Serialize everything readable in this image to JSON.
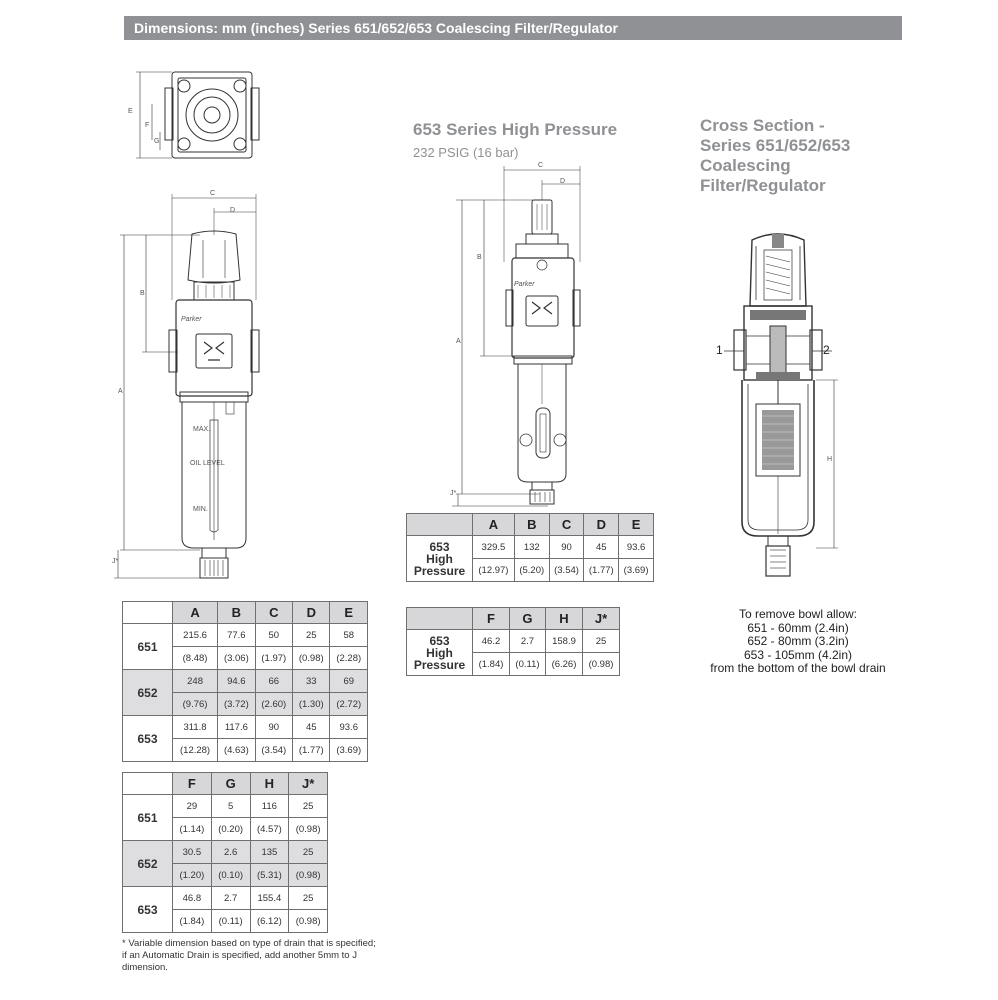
{
  "header": {
    "title": "Dimensions: mm (inches) Series 651/652/653 Coalescing Filter/Regulator"
  },
  "hp_section": {
    "title": "653 Series High Pressure",
    "subtitle": "232 PSIG (16 bar)"
  },
  "cross_section": {
    "title_lines": [
      "Cross Section -",
      "Series 651/652/653",
      "Coalescing",
      "Filter/Regulator"
    ],
    "port_left": "1",
    "port_right": "2",
    "removal_note": [
      "To remove bowl allow:",
      "651 - 60mm (2.4in)",
      "652 - 80mm (3.2in)",
      "653 - 105mm (4.2in)",
      "from the bottom of the bowl drain"
    ]
  },
  "drawing_labels": {
    "a": "A",
    "b": "B",
    "c": "C",
    "d": "D",
    "e": "E",
    "f": "F",
    "g": "G",
    "h": "H",
    "j": "J*",
    "brand": "Parker",
    "bowl_max": "MAX.",
    "bowl_oil_level": "OIL LEVEL",
    "bowl_min": "MIN."
  },
  "table_abcde": {
    "headers": [
      "A",
      "B",
      "C",
      "D",
      "E"
    ],
    "rows": [
      {
        "model": "651",
        "mm": [
          "215.6",
          "77.6",
          "50",
          "25",
          "58"
        ],
        "in": [
          "(8.48)",
          "(3.06)",
          "(1.97)",
          "(0.98)",
          "(2.28)"
        ],
        "shaded": false
      },
      {
        "model": "652",
        "mm": [
          "248",
          "94.6",
          "66",
          "33",
          "69"
        ],
        "in": [
          "(9.76)",
          "(3.72)",
          "(2.60)",
          "(1.30)",
          "(2.72)"
        ],
        "shaded": true
      },
      {
        "model": "653",
        "mm": [
          "311.8",
          "117.6",
          "90",
          "45",
          "93.6"
        ],
        "in": [
          "(12.28)",
          "(4.63)",
          "(3.54)",
          "(1.77)",
          "(3.69)"
        ],
        "shaded": false
      }
    ]
  },
  "table_fghj": {
    "headers": [
      "F",
      "G",
      "H",
      "J*"
    ],
    "rows": [
      {
        "model": "651",
        "mm": [
          "29",
          "5",
          "116",
          "25"
        ],
        "in": [
          "(1.14)",
          "(0.20)",
          "(4.57)",
          "(0.98)"
        ],
        "shaded": false
      },
      {
        "model": "652",
        "mm": [
          "30.5",
          "2.6",
          "135",
          "25"
        ],
        "in": [
          "(1.20)",
          "(0.10)",
          "(5.31)",
          "(0.98)"
        ],
        "shaded": true
      },
      {
        "model": "653",
        "mm": [
          "46.8",
          "2.7",
          "155.4",
          "25"
        ],
        "in": [
          "(1.84)",
          "(0.11)",
          "(6.12)",
          "(0.98)"
        ],
        "shaded": false
      }
    ]
  },
  "hp_table_abcde": {
    "headers": [
      "A",
      "B",
      "C",
      "D",
      "E"
    ],
    "model_lines": [
      "653",
      "High",
      "Pressure"
    ],
    "mm": [
      "329.5",
      "132",
      "90",
      "45",
      "93.6"
    ],
    "in": [
      "(12.97)",
      "(5.20)",
      "(3.54)",
      "(1.77)",
      "(3.69)"
    ]
  },
  "hp_table_fghj": {
    "headers": [
      "F",
      "G",
      "H",
      "J*"
    ],
    "model_lines": [
      "653",
      "High",
      "Pressure"
    ],
    "mm": [
      "46.2",
      "2.7",
      "158.9",
      "25"
    ],
    "in": [
      "(1.84)",
      "(0.11)",
      "(6.26)",
      "(0.98)"
    ]
  },
  "footnote": "* Variable dimension based on type of drain that is specified; if an Automatic Drain is specified, add another 5mm to J dimension."
}
